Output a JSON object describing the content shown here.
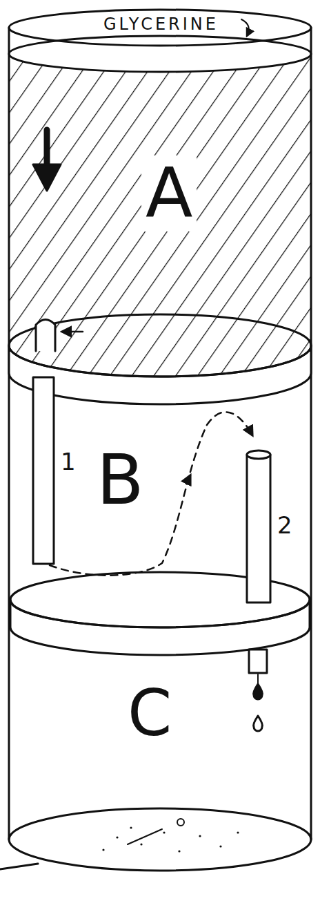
{
  "diagram": {
    "labels": [
      "GLYCERINE",
      "A",
      "1",
      "B",
      "2",
      "C"
    ]
  }
}
